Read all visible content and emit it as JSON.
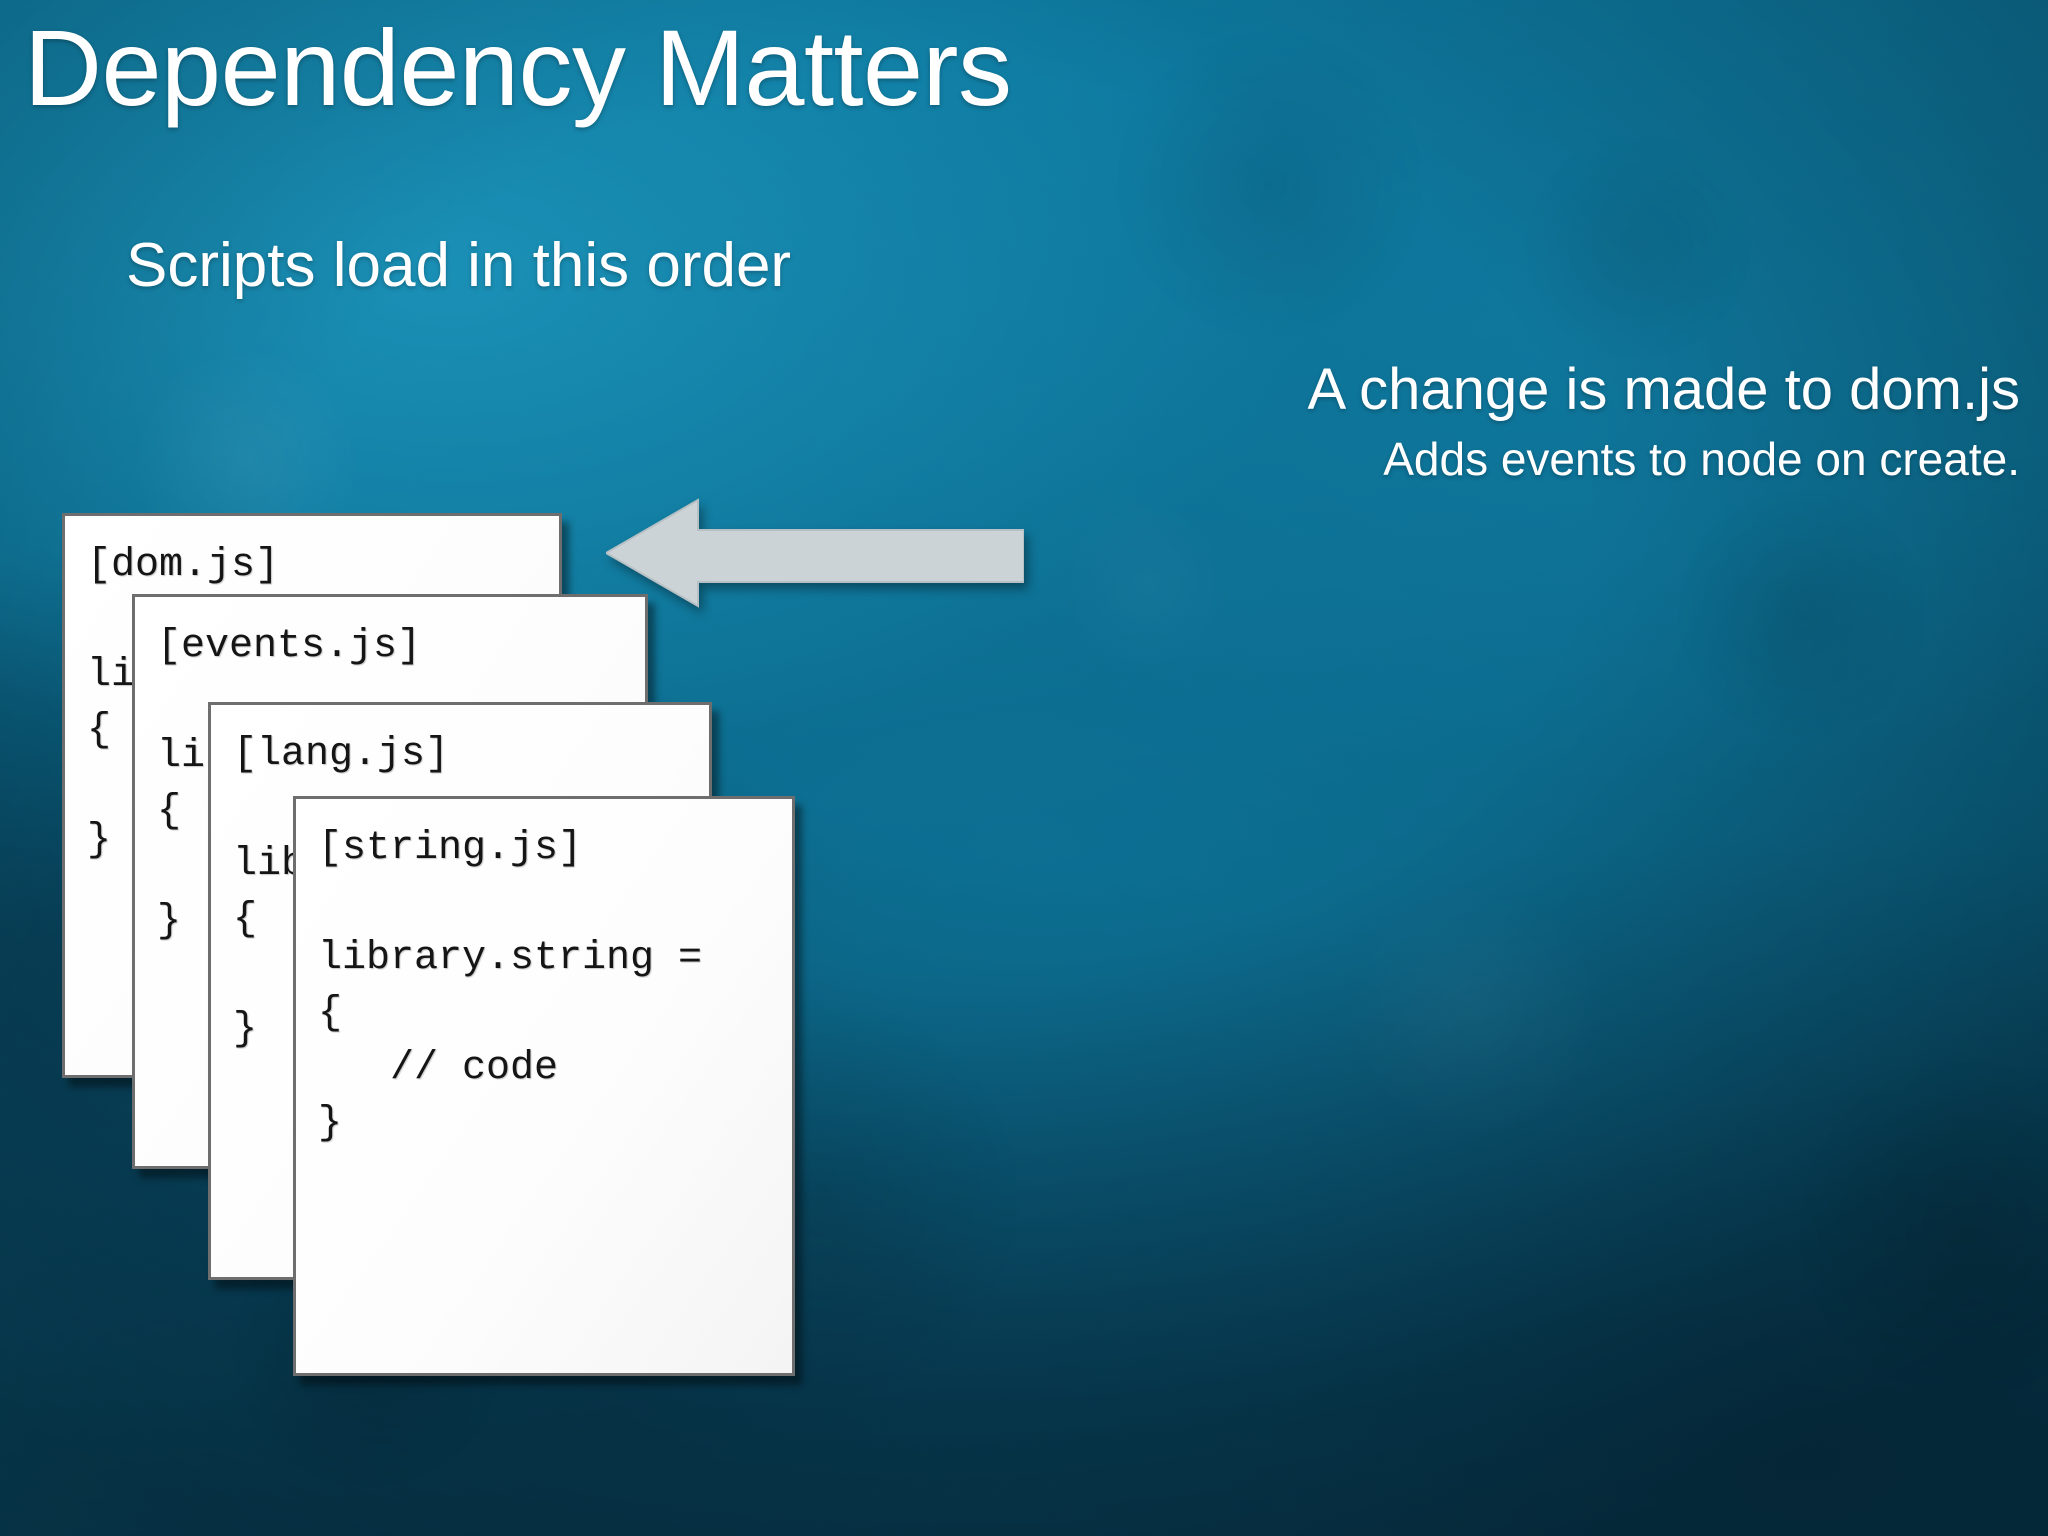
{
  "slide": {
    "title": "Dependency Matters",
    "subtitle": "Scripts load in this order",
    "callout": {
      "heading": "A change is made to dom.js",
      "detail": "Adds events to node on create."
    },
    "arrow": {
      "icon": "left-arrow-icon",
      "direction": "left",
      "fill": "#ccd3d6",
      "stroke": "#b2bcc0"
    },
    "colors": {
      "background_light": "#0e7ea6",
      "background_mid": "#0b6d90",
      "background_dark": "#07465f",
      "text": "#ffffff",
      "card_background": "#ffffff",
      "card_border": "#6e6e6e",
      "code_text": "#151515"
    },
    "cards": [
      {
        "id": "dom",
        "filename": "[dom.js]",
        "code": "[dom.js]\n\nlibrary.dom =\n{\n   // code\n}"
      },
      {
        "id": "events",
        "filename": "[events.js]",
        "code": "[events.js]\n\nlibrary.events =\n{\n   // code\n}"
      },
      {
        "id": "lang",
        "filename": "[lang.js]",
        "code": "[lang.js]\n\nlibrary.lang =\n{\n   // code\n}"
      },
      {
        "id": "string",
        "filename": "[string.js]",
        "code": "[string.js]\n\nlibrary.string =\n{\n   // code\n}"
      }
    ]
  }
}
